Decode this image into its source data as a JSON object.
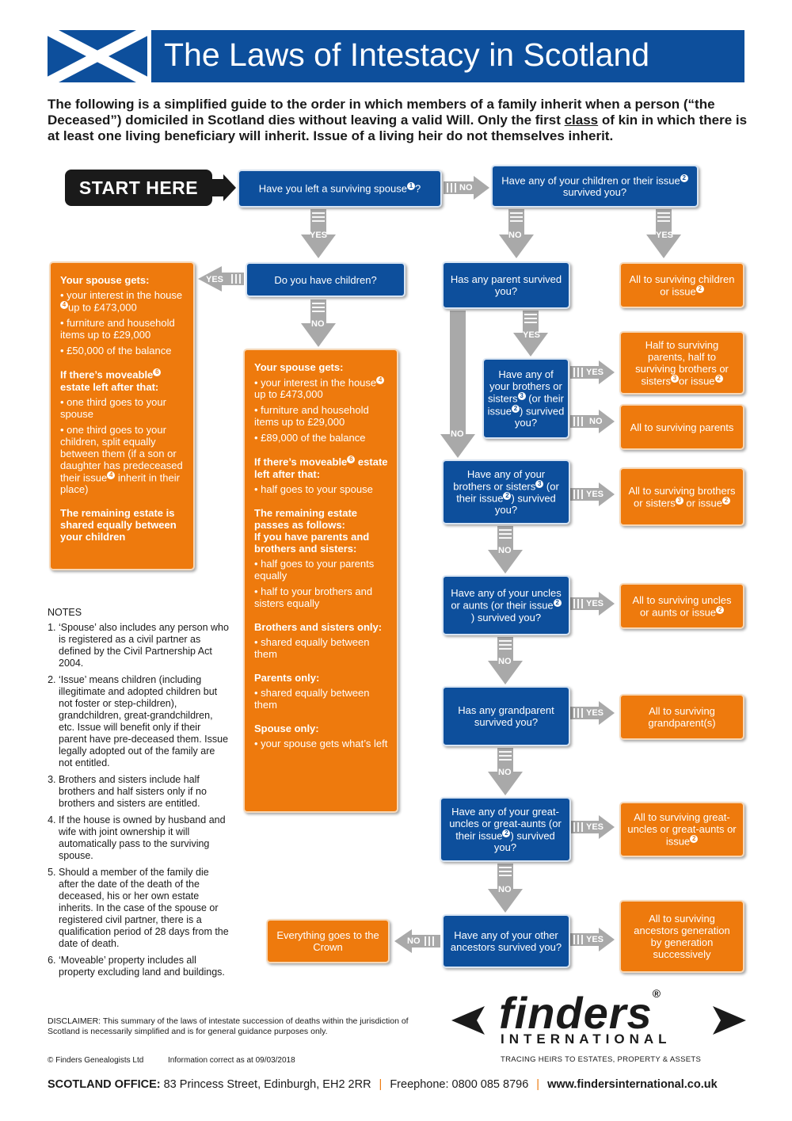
{
  "header": {
    "title": "The Laws of Intestacy in Scotland"
  },
  "intro": {
    "part1": "The following is a simplified guide to the order in which members of a family inherit when a person (“the Deceased”) domiciled in Scotland dies without leaving a valid Will. Only the first ",
    "underlined": "class",
    "part2": " of kin in which there is at least one living beneficiary will inherit. Issue of a living heir do not themselves inherit."
  },
  "start_label": "START HERE",
  "connector_labels": {
    "yes": "YES",
    "no": "NO"
  },
  "questions": {
    "q1": "Have you left a surviving spouse",
    "q1_note": "1",
    "q2a": "Have any of your children or their issue",
    "q2_note": "2",
    "q2b": "survived you?",
    "q3": "Do you have children?",
    "q4": "Has any parent survived you?",
    "q5a": "Have any of your brothers or sisters",
    "q5_note": "3",
    "q5b": "(or their issue",
    "q5_note2": "2",
    "q5c": ") survived you?",
    "q6a": "Have any of your brothers or sisters",
    "q6_note": "3",
    "q6b": "(or their issue",
    "q6_note2": "2",
    "q6c": ") survived you?",
    "q7a": "Have any of your uncles or aunts (or their issue",
    "q7_note": "2",
    "q7b": ") survived you?",
    "q8": "Has any grandparent survived you?",
    "q9a": "Have any of your great-uncles or great-aunts (or their issue",
    "q9_note": "2",
    "q9b": ") survived you?",
    "q10": "Have any of your other ancestors survived you?"
  },
  "results": {
    "r1a": "All to surviving children or issue",
    "r1_note": "2",
    "r2a": "Half to surviving parents, half to surviving brothers or sisters",
    "r2_note": "3",
    "r2b": "or issue",
    "r2_note2": "2",
    "r3": "All to surviving parents",
    "r4a": "All to surviving brothers or sisters",
    "r4_note": "3",
    "r4b": "or issue",
    "r4_note2": "2",
    "r5a": "All to surviving uncles or aunts or issue",
    "r5_note": "2",
    "r6": "All to surviving grandparent(s)",
    "r7a": "All to surviving great-uncles or great-aunts or issue",
    "r7_note": "2",
    "r8": "All to surviving ancestors generation by generation successively",
    "crown": "Everything goes to the Crown"
  },
  "spouse_with_children": {
    "heading": "Your spouse gets:",
    "item1a": "• your interest in the house",
    "item1_note": "4",
    "item1b": "up to £473,000",
    "item2": "• furniture and household items up to £29,000",
    "item3": "• £50,000 of the balance",
    "moveable_a": "If there’s moveable",
    "moveable_note": "6",
    "moveable_b": "estate left after that:",
    "m1": "• one third goes to your spouse",
    "m2a": "• one third goes to your children, split equally between them (if a son or daughter has predeceased their issue",
    "m2_note": "4",
    "m2b": "inherit in their place)",
    "remaining": "The remaining estate is shared equally between your children"
  },
  "spouse_no_children": {
    "heading": "Your spouse gets:",
    "item1a": "• your interest in the house",
    "item1_note": "4",
    "item1b": "up to £473,000",
    "item2": "• furniture and household items up to £29,000",
    "item3": "• £89,000 of the balance",
    "moveable_a": "If there’s moveable",
    "moveable_note": "6",
    "moveable_b": "estate left after that:",
    "m1": "• half goes to your spouse",
    "remaining": "The remaining estate passes as follows:",
    "pb_heading": "If you have parents and brothers and sisters:",
    "pb1": "• half goes to your parents equally",
    "pb2": "• half to your brothers and sisters equally",
    "bs_heading": "Brothers and sisters only:",
    "bs1": "• shared equally between them",
    "p_heading": "Parents only:",
    "p1": "• shared equally between them",
    "s_heading": "Spouse only:",
    "s1": "• your spouse gets what’s left"
  },
  "notes": {
    "title": "NOTES",
    "items": [
      "‘Spouse’ also includes any person who is registered as a civil partner as defined by the Civil Partnership Act 2004.",
      "‘Issue’ means children (including illegitimate and adopted children but not foster or step-children), grandchildren, great-grandchildren, etc. Issue will benefit only if their parent have pre-deceased them. Issue legally adopted out of the family are not entitled.",
      "Brothers and sisters include half brothers and half sisters only if no brothers and sisters are entitled.",
      "If the house is owned by husband and wife with joint ownership it will automatically pass to the surviving spouse.",
      "Should a member of the family die after the date of the death of the deceased, his or her own estate inherits. In the case of the spouse or registered civil partner, there is a qualification period of 28 days from the date of death.",
      "‘Moveable’ property includes all property excluding land and buildings."
    ]
  },
  "disclaimer": "DISCLAIMER: This summary of the laws of intestate succession of deaths within the jurisdiction of Scotland is necessarily simplified and is for general guidance purposes only.",
  "copyright": "© Finders Genealogists Ltd",
  "info_date": "Information correct as at 09/03/2018",
  "logo": {
    "name": "finders",
    "reg": "®",
    "sub": "INTERNATIONAL",
    "tagline": "TRACING HEIRS TO ESTATES, PROPERTY & ASSETS"
  },
  "footer": {
    "office_label": "SCOTLAND OFFICE:",
    "address": "83 Princess Street, Edinburgh, EH2 2RR",
    "sep": "|",
    "phone": "Freephone: 0800 085 8796",
    "web": "www.findersinternational.co.uk"
  },
  "colors": {
    "blue": "#0d4f9c",
    "orange": "#ee7a0d",
    "grey": "#a9a9a9",
    "dark": "#1a1a1a"
  }
}
